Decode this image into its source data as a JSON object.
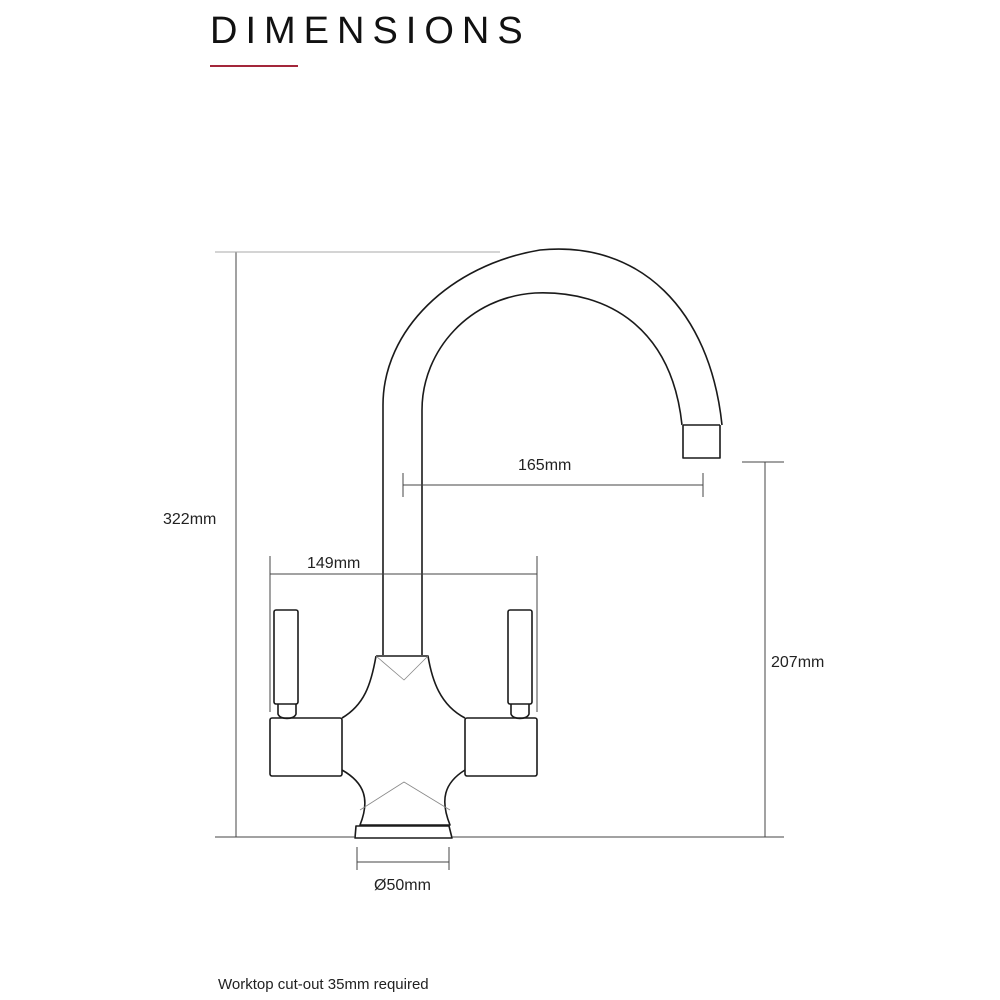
{
  "header": {
    "title": "DIMENSIONS",
    "accent_color": "#a3263a"
  },
  "dimensions": {
    "overall_height": "322mm",
    "spout_reach": "165mm",
    "handle_span": "149mm",
    "spout_outlet_height": "207mm",
    "base_diameter": "Ø50mm"
  },
  "footnote": "Worktop cut-out 35mm required"
}
